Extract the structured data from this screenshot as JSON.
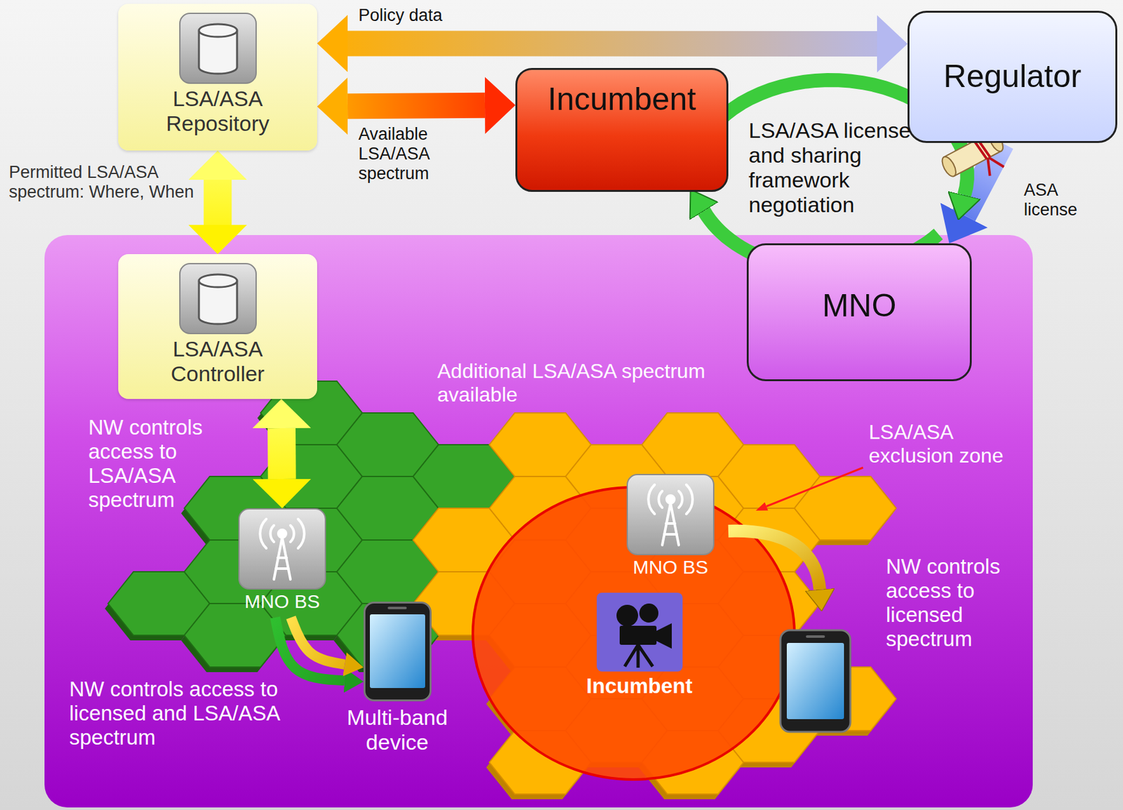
{
  "diagram": {
    "nodes": [
      {
        "text": [
          "LSA/ASA Repository"
        ]
      },
      {
        "text": [
          "Incumbent"
        ]
      },
      {
        "text": [
          "Regulator"
        ]
      },
      {
        "text": [
          "LSA/ASA Controller"
        ]
      },
      {
        "text": [
          "MNO"
        ]
      },
      {
        "text": [
          "MNO BS"
        ]
      },
      {
        "text": [
          "MNO BS"
        ]
      },
      {
        "text": [
          "Incumbent"
        ]
      },
      {
        "text": [
          "Multi-band device"
        ]
      }
    ],
    "edges": [
      {
        "from": 0,
        "to": 2,
        "arrow": "both",
        "label": "Policy data"
      },
      {
        "from": 0,
        "to": 1,
        "arrow": "both",
        "label": "Available LSA/ASA spectrum"
      },
      {
        "from": 0,
        "to": 3,
        "arrow": "both",
        "label": "Permitted LSA/ASA spectrum: Where, When"
      },
      {
        "from": 3,
        "to": 5,
        "arrow": "both",
        "label": "NW controls access to LSA/ASA spectrum"
      },
      {
        "from": 2,
        "to": 4,
        "arrow": "to",
        "label": "ASA license"
      },
      {
        "from": 5,
        "to": 8,
        "arrow": "to"
      },
      {
        "from": 5,
        "to": 8,
        "arrow": "to"
      }
    ],
    "labels": [
      "LSA/ASA license and sharing framework negotiation",
      "Additional LSA/ASA spectrum available",
      "LSA/ASA exclusion zone",
      "NW controls access to licensed spectrum",
      "NW controls access to licensed and LSA/ASA spectrum"
    ]
  }
}
